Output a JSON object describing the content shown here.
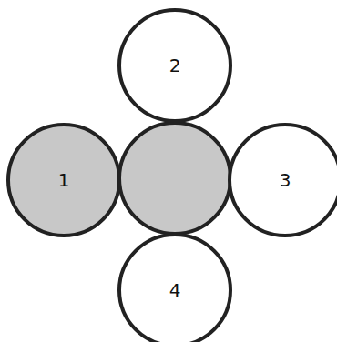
{
  "diagram": {
    "nodes": [
      {
        "text": [
          "2"
        ]
      },
      {
        "text": [
          "1"
        ]
      },
      {
        "text": [
          "3"
        ]
      },
      {
        "text": [
          "4"
        ]
      }
    ]
  }
}
